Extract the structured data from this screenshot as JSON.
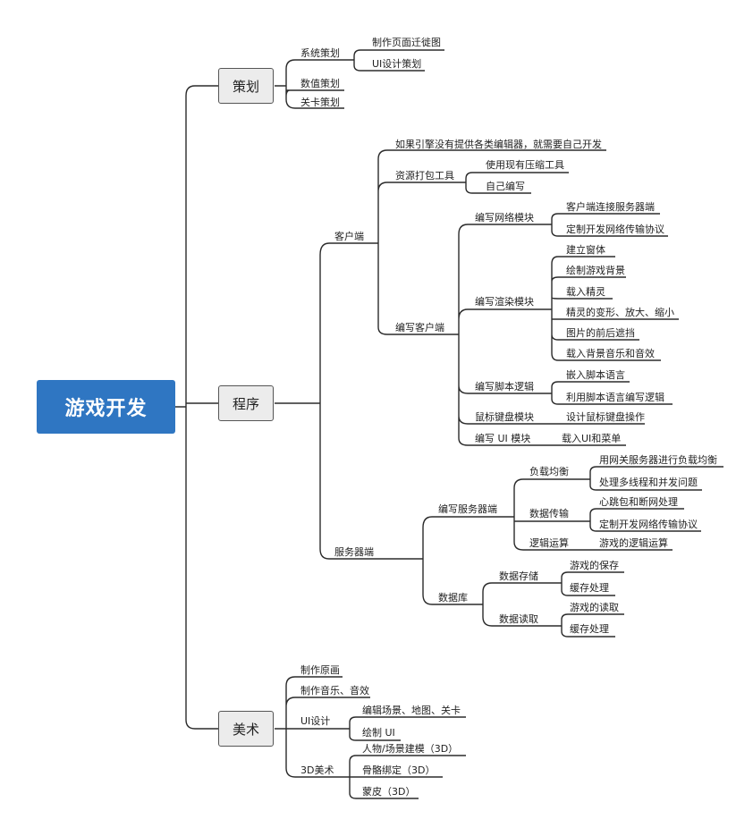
{
  "title": "游戏开发",
  "branches": {
    "planning": {
      "label": "策划",
      "system": "系统策划",
      "system_children": [
        "制作页面迁徙图",
        "UI设计策划"
      ],
      "numeric": "数值策划",
      "level": "关卡策划"
    },
    "program": {
      "label": "程序",
      "client": {
        "label": "客户端",
        "engine_note": "如果引擎没有提供各类编辑器，就需要自己开发",
        "packing": "资源打包工具",
        "packing_children": [
          "使用现有压缩工具",
          "自己编写"
        ],
        "write_client": "编写客户端",
        "network": "编写网络模块",
        "network_children": [
          "客户端连接服务器端",
          "定制开发网络传输协议"
        ],
        "render": "编写渲染模块",
        "render_children": [
          "建立窗体",
          "绘制游戏背景",
          "载入精灵",
          "精灵的变形、放大、缩小",
          "图片的前后遮挡",
          "载入背景音乐和音效"
        ],
        "script": "编写脚本逻辑",
        "script_children": [
          "嵌入脚本语言",
          "利用脚本语言编写逻辑"
        ],
        "input": "鼠标键盘模块",
        "input_child": "设计鼠标键盘操作",
        "ui": "编写 UI 模块",
        "ui_child": "载入UI和菜单"
      },
      "server": {
        "label": "服务器端",
        "write_server": "编写服务器端",
        "load_balance": "负载均衡",
        "load_balance_children": [
          "用网关服务器进行负载均衡",
          "处理多线程和并发问题"
        ],
        "transfer": "数据传输",
        "transfer_children": [
          "心跳包和断网处理",
          "定制开发网络传输协议"
        ],
        "logic": "逻辑运算",
        "logic_child": "游戏的逻辑运算",
        "database": "数据库",
        "storage": "数据存储",
        "storage_children": [
          "游戏的保存",
          "缓存处理"
        ],
        "reading": "数据读取",
        "reading_children": [
          "游戏的读取",
          "缓存处理"
        ]
      }
    },
    "art": {
      "label": "美术",
      "concept": "制作原画",
      "audio": "制作音乐、音效",
      "ui": "UI设计",
      "ui_children": [
        "编辑场景、地图、关卡",
        "绘制 UI"
      ],
      "art3d": "3D美术",
      "art3d_children": [
        "人物/场景建模（3D）",
        "骨骼绑定（3D）",
        "蒙皮（3D）"
      ]
    }
  },
  "colors": {
    "root_fill": "#2f76c2",
    "box_fill": "#ececec",
    "line": "#2b2b2b"
  }
}
